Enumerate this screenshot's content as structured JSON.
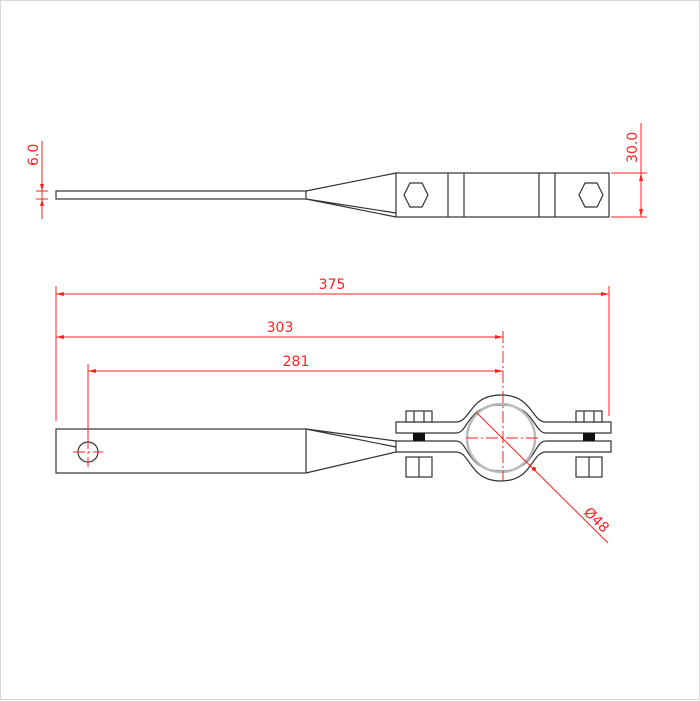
{
  "drawing": {
    "colors": {
      "dimension": "#ff2020",
      "outline": "#333333",
      "pipe": "#bbbbbb"
    },
    "top_view": {
      "thickness_label": "6.0",
      "height_label": "30.0"
    },
    "front_view": {
      "overall_length_label": "375",
      "center_length_label": "303",
      "hole_to_center_label": "281",
      "diameter_label": "Ø48"
    }
  }
}
